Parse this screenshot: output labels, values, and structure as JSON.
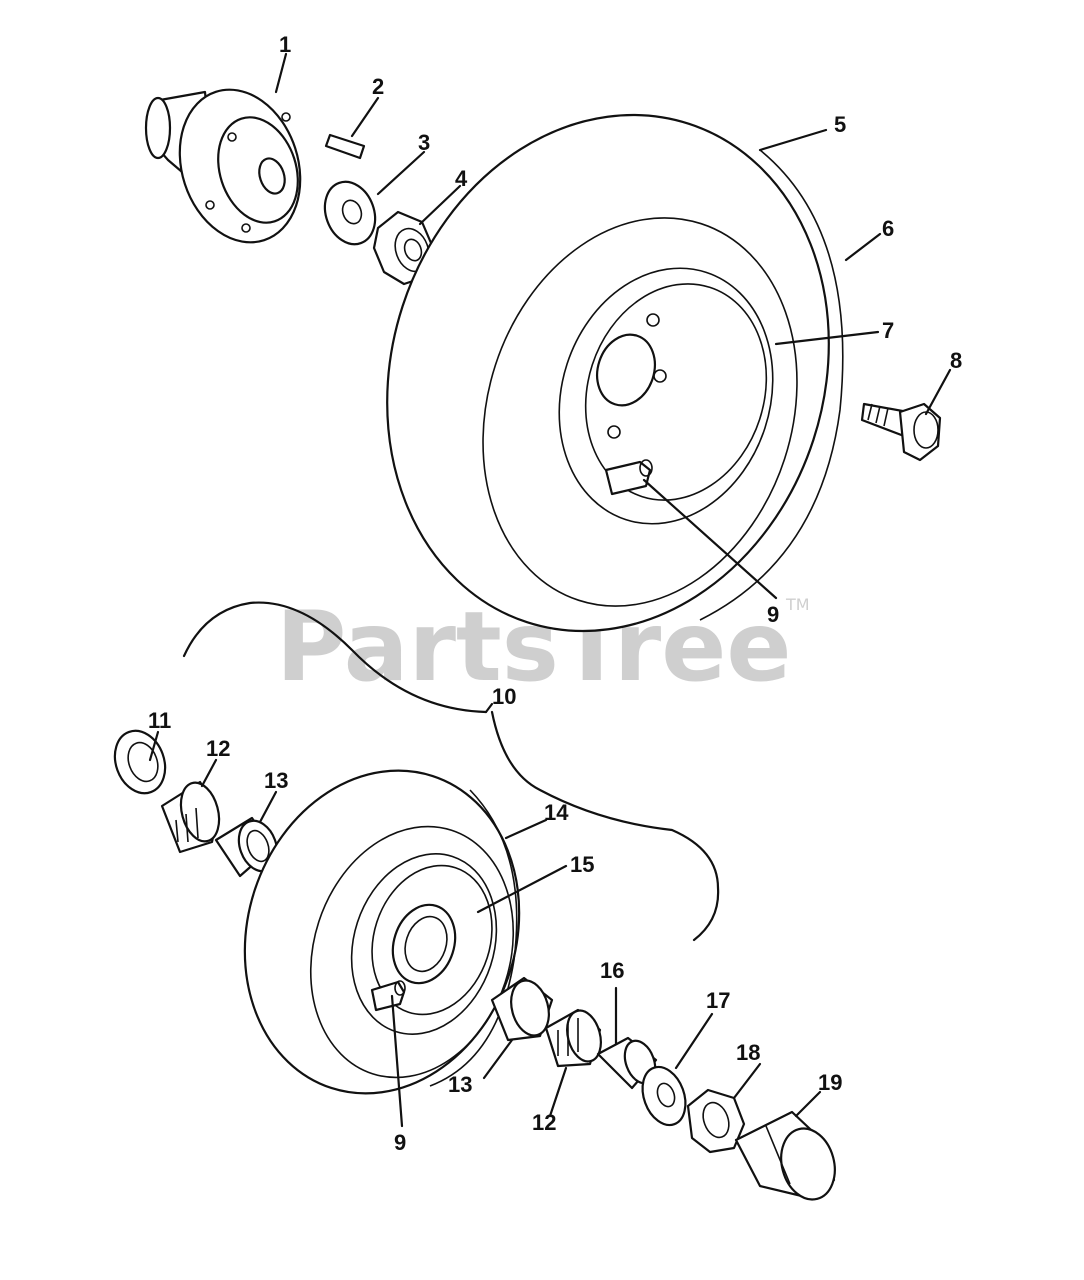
{
  "watermark": {
    "text": "PartsTree",
    "mark": "TM"
  },
  "callouts": {
    "c1": "1",
    "c2": "2",
    "c3": "3",
    "c4": "4",
    "c5": "5",
    "c6": "6",
    "c7": "7",
    "c8": "8",
    "c9a": "9",
    "c9b": "9",
    "c10": "10",
    "c11": "11",
    "c12a": "12",
    "c12b": "12",
    "c13a": "13",
    "c13b": "13",
    "c14": "14",
    "c15": "15",
    "c16": "16",
    "c17": "17",
    "c18": "18",
    "c19": "19"
  },
  "colors": {
    "line": "#111111",
    "watermark": "#cfcfcf",
    "background": "#ffffff"
  }
}
